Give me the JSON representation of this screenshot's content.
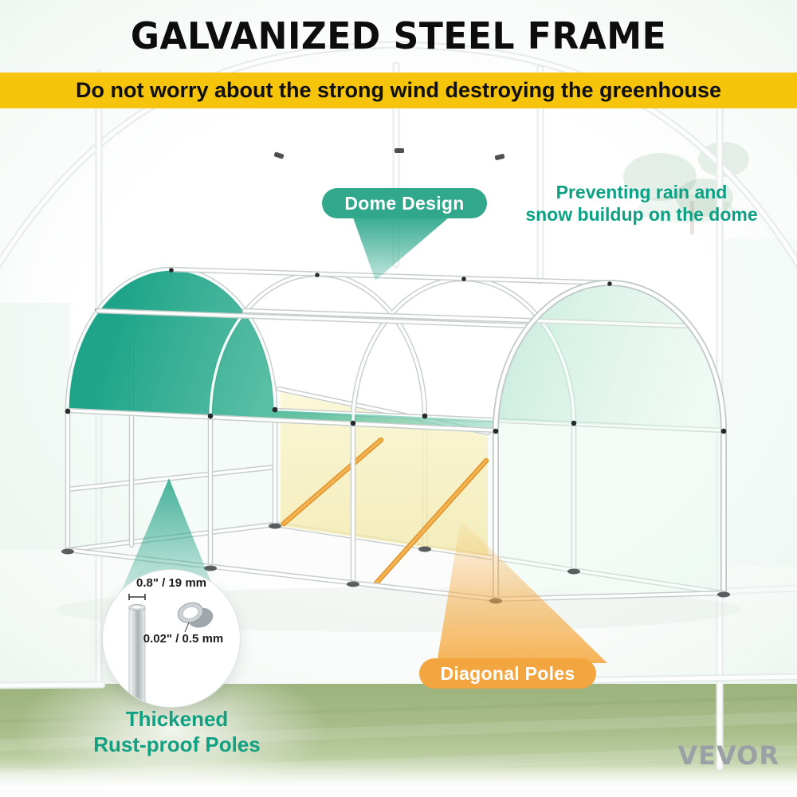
{
  "header": {
    "title": "GALVANIZED STEEL FRAME",
    "banner_text": "Do not worry about the strong wind destroying the greenhouse"
  },
  "callouts": {
    "dome_label": "Dome Design",
    "dome_note_line1": "Preventing rain and",
    "dome_note_line2": "snow buildup on the dome",
    "diagonal_label": "Diagonal Poles",
    "pole_diameter": "0.8\" / 19 mm",
    "pole_wall_thickness": "0.02\" / 0.5 mm",
    "pole_caption_line1": "Thickened",
    "pole_caption_line2": "Rust-proof Poles"
  },
  "brand": {
    "logo_text": "VEVOR"
  },
  "colors": {
    "banner_bg": "#F6C40A",
    "teal_accent": "#31A78C",
    "teal_text": "#0CA184",
    "orange_accent": "#F3A540",
    "canopy_green": "#17A287",
    "logo_gray": "#9BA0A4"
  }
}
